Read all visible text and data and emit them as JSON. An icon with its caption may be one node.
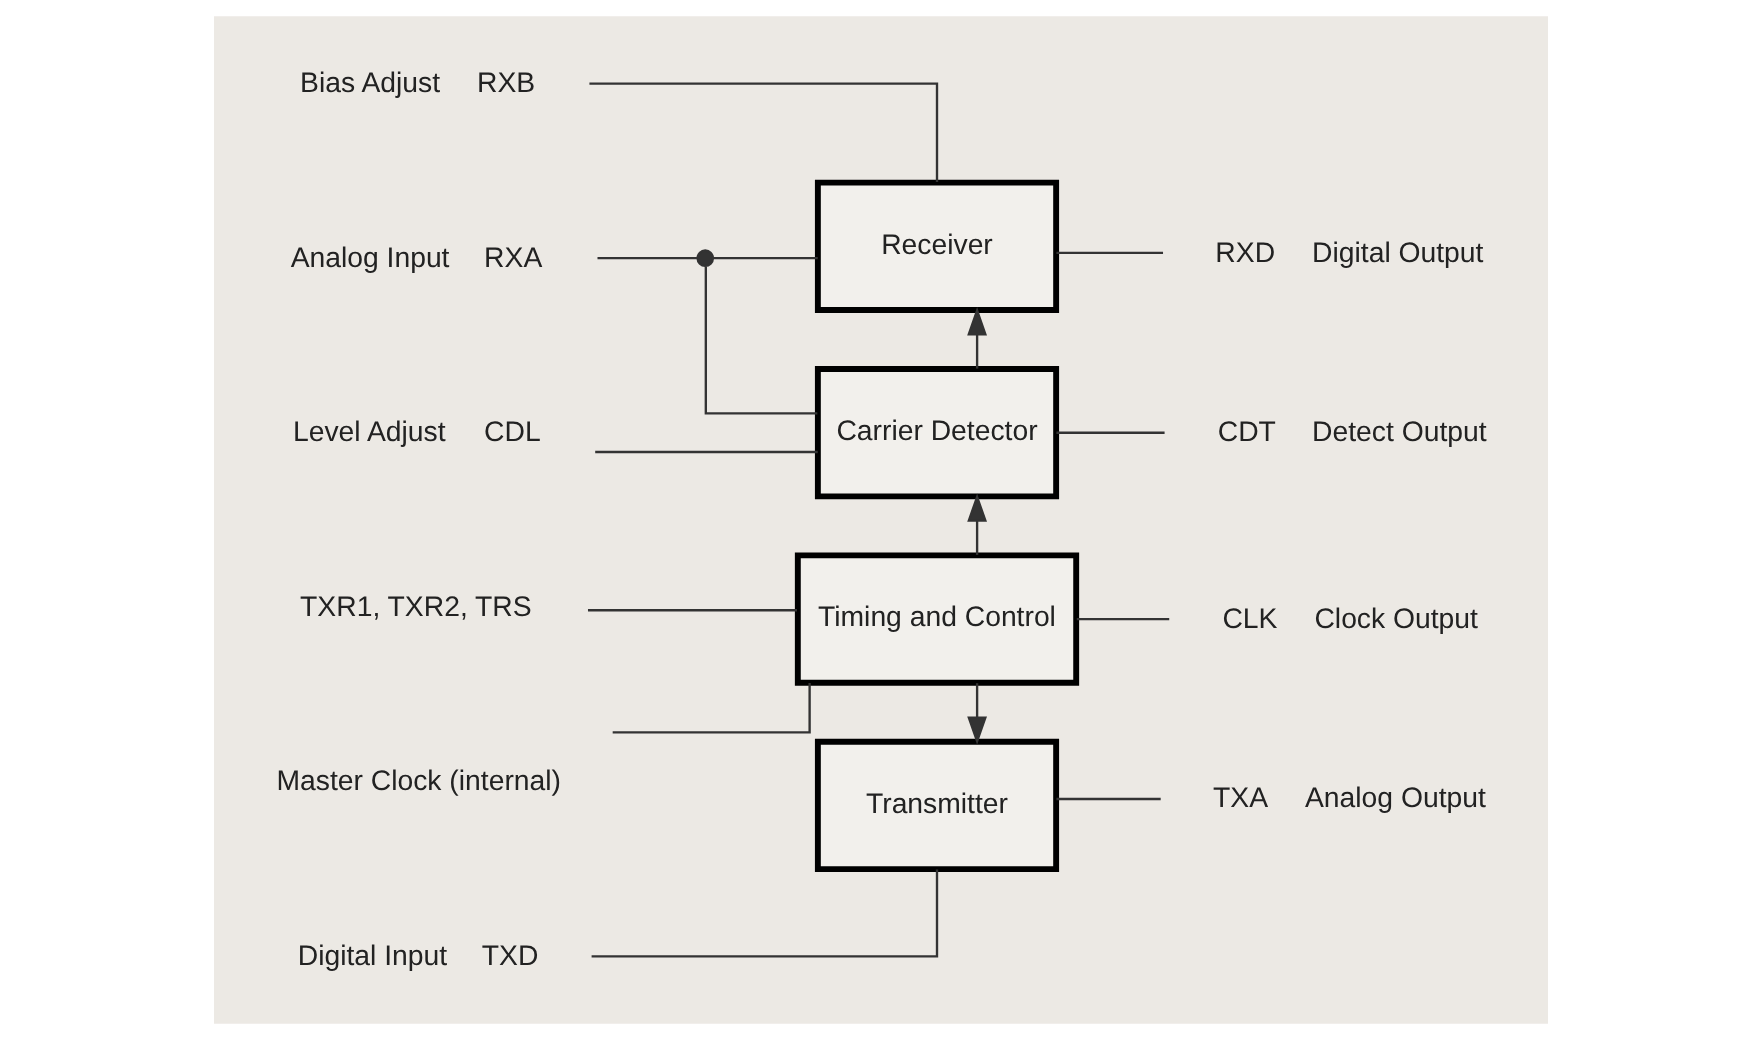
{
  "diagram": {
    "nodes": [
      {
        "text": [
          "RXB"
        ],
        "beside": [
          "Bias Adjust"
        ]
      },
      {
        "text": [
          "Receiver"
        ]
      },
      {
        "text": [
          "RXD"
        ],
        "beside": [
          "Digital Output"
        ]
      },
      {
        "text": [
          "RXA"
        ],
        "beside": [
          "Analog Input"
        ]
      },
      {
        "text": [],
        "shape": "circle"
      },
      {
        "text": [
          "Carrier Detector"
        ]
      },
      {
        "text": [
          "CDT"
        ],
        "beside": [
          "Detect Output"
        ]
      },
      {
        "text": [
          "CDL"
        ],
        "beside": [
          "Level Adjust"
        ]
      },
      {
        "text": [
          "TXR1, TXR2, TRS"
        ]
      },
      {
        "text": [
          "Timing and Control"
        ]
      },
      {
        "text": [
          "CLK"
        ],
        "beside": [
          "Clock Output"
        ]
      },
      {
        "text": [
          "Master Clock (internal)"
        ]
      },
      {
        "text": [
          "TXD"
        ],
        "beside": [
          "Digital Input"
        ]
      },
      {
        "text": [
          "Transmitter"
        ]
      },
      {
        "text": [
          "TXA"
        ],
        "beside": [
          "Analog Output"
        ]
      }
    ],
    "edges": [
      {
        "from": 0,
        "to": 1,
        "arrow": "none"
      },
      {
        "from": 1,
        "to": 2,
        "arrow": "none"
      },
      {
        "from": 3,
        "to": 4,
        "arrow": "none"
      },
      {
        "from": 4,
        "to": 1,
        "arrow": "none"
      },
      {
        "from": 4,
        "to": 5,
        "arrow": "none"
      },
      {
        "from": 5,
        "to": 1,
        "arrow": "to"
      },
      {
        "from": 5,
        "to": 6,
        "arrow": "none"
      },
      {
        "from": 7,
        "to": 5,
        "arrow": "none"
      },
      {
        "from": 9,
        "to": 5,
        "arrow": "to"
      },
      {
        "from": 8,
        "to": 9,
        "arrow": "none"
      },
      {
        "from": 9,
        "to": 10,
        "arrow": "none"
      },
      {
        "from": 11,
        "to": 9,
        "arrow": "none"
      },
      {
        "from": 9,
        "to": 13,
        "arrow": "to"
      },
      {
        "from": 12,
        "to": 13,
        "arrow": "none"
      },
      {
        "from": 13,
        "to": 14,
        "arrow": "none"
      }
    ]
  }
}
